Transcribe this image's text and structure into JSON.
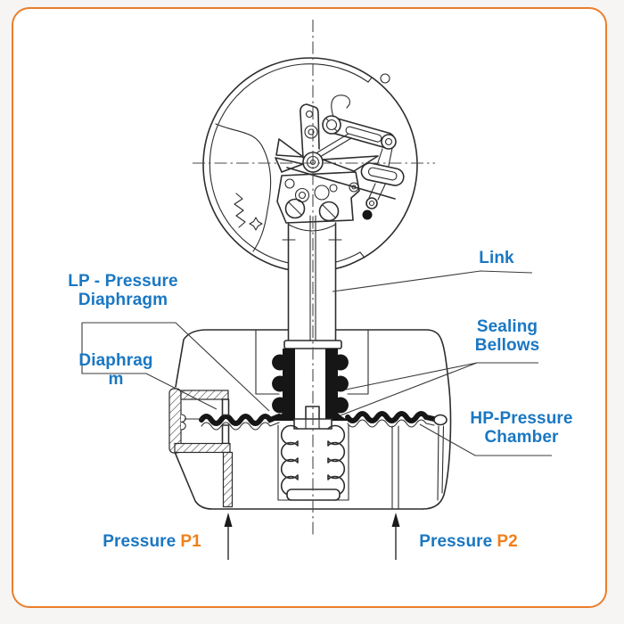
{
  "colors": {
    "label-blue": "#1a77c2",
    "value-orange": "#f0801a",
    "border-orange": "#ea7e2b",
    "line-dark": "#2d2d2d"
  },
  "labels": {
    "lp_pressure_diaphragm": {
      "line1": "LP - Pressure",
      "line2": "Diaphragm"
    },
    "diaphragm": {
      "line1": "Diaphrag",
      "line2": "m"
    },
    "link": "Link",
    "sealing_bellows": {
      "line1": "Sealing",
      "line2": "Bellows"
    },
    "hp_pressure_chamber": {
      "line1": "HP-Pressure",
      "line2": "Chamber"
    },
    "pressure_p1": {
      "word": "Pressure",
      "value": "P1"
    },
    "pressure_p2": {
      "word": "Pressure",
      "value": "P2"
    }
  },
  "icons": {
    "p1_arrow": "up-arrow",
    "p2_arrow": "up-arrow"
  }
}
